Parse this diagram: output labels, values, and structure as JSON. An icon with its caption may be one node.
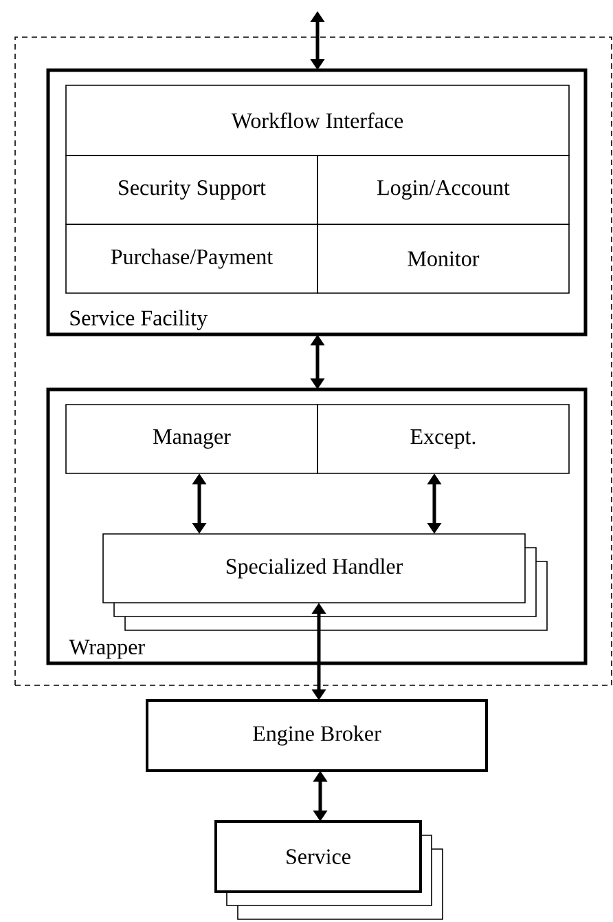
{
  "diagram": {
    "nodes": [
      {
        "text": [],
        "shape": "box"
      },
      {
        "text": [
          "Service Facility"
        ],
        "in": 0
      },
      {
        "text": [
          "Workflow Interface"
        ],
        "in": 1
      },
      {
        "text": [
          "Security Support"
        ],
        "in": 1
      },
      {
        "text": [
          "Login/Account"
        ],
        "in": 1
      },
      {
        "text": [
          "Purchase/Payment"
        ],
        "in": 1
      },
      {
        "text": [
          "Monitor"
        ],
        "in": 1
      },
      {
        "text": [
          "Wrapper"
        ],
        "in": 0
      },
      {
        "text": [
          "Manager"
        ],
        "in": 7
      },
      {
        "text": [
          "Except."
        ],
        "in": 7
      },
      {
        "text": [
          "Specialized Handler"
        ],
        "in": 7
      },
      {
        "text": [
          "Engine Broker"
        ]
      },
      {
        "text": [
          "Service"
        ]
      }
    ],
    "edges": [
      {
        "from": null,
        "to": 1,
        "arrow": "both"
      },
      {
        "from": 1,
        "to": 7,
        "arrow": "both"
      },
      {
        "from": 8,
        "to": 10,
        "arrow": "both"
      },
      {
        "from": 9,
        "to": 10,
        "arrow": "both"
      },
      {
        "from": 10,
        "to": 11,
        "arrow": "both"
      },
      {
        "from": 11,
        "to": 12,
        "arrow": "both"
      }
    ]
  }
}
